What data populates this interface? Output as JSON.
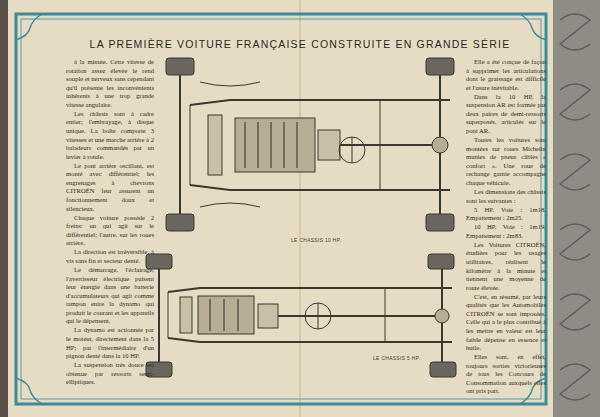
{
  "diagram": {
    "title": "LA PREMIÈRE VOITURE FRANÇAISE CONSTRUITE EN GRANDE SÉRIE",
    "labels": [
      "à la minute. Cette vitesse de rotation assez élevée le rend souple et nerveux sans cependant qu'il présente les inconvénients inhérents à une trop grande vitesse angulaire.",
      "Les châssis sont à cadre entier; l'embrayage, à disque unique. La boîte comporte 3 vitesses et une marche arrière à 2 baladeurs commandés par un levier à rotule.",
      "Le pont arrière oscillant, est monté avec différentiel; les engrenages à chevrons CITROËN leur assurent un fonctionnement doux et silencieux.",
      "Chaque voiture possède 2 freins: un qui agit sur le différentiel; l'autre, sur les roues arrière.",
      "La direction est irréversible, à vis sans fin et secteur denté.",
      "Le démarrage, l'éclairage, l'avertisseur électrique puisent leur énergie dans une batterie d'accumulateurs qui agit comme tampon entre la dynamo qui produit le courant et les appareils qui le dépensent.",
      "La dynamo est actionnée par le moteur, directement dans la 5 HP; par l'intermédiaire d'un pignon denté dans la 10 HP.",
      "La suspension très douce est obtenue par ressorts semi-elliptiques.",
      "Elle a été conçue de façon à supprimer les articulations dont le graissage est difficile et l'usure inévitable.",
      "Dans la 10 HP, la suspension AR est formée par deux paires de demi-ressorts superposés, articulés sur le pont AR.",
      "Toutes les voitures sont montées sur roues Michelin munies de pneus câblés « confort ». Une roue de rechange garnie accompagne chaque véhicule.",
      "Les dimensions des châssis sont les suivantes :",
      "5 HP. Voie : 1m18. Empattement : 2m25.",
      "10 HP. Voie : 1m19. Empattement : 2m83.",
      "Les Voitures CITROËN, étudiées pour les usages utilitaires, réalisent le kilomètre à la minute et tiennent une moyenne de route élevée.",
      "C'est, en résumé, par leurs qualités que les Automobiles CITROËN se sont imposées. Celle qui a le plus contribué à les mettre en valeur est leur faible dépense en essence et huile.",
      "Elles sont, en effet, toujours sorties victorieuses de tous les Concours de Consommation auxquels elles ont pris part.",
      "LE CHASSIS 10 HP.",
      "LE CHASSIS 5 HP."
    ]
  }
}
